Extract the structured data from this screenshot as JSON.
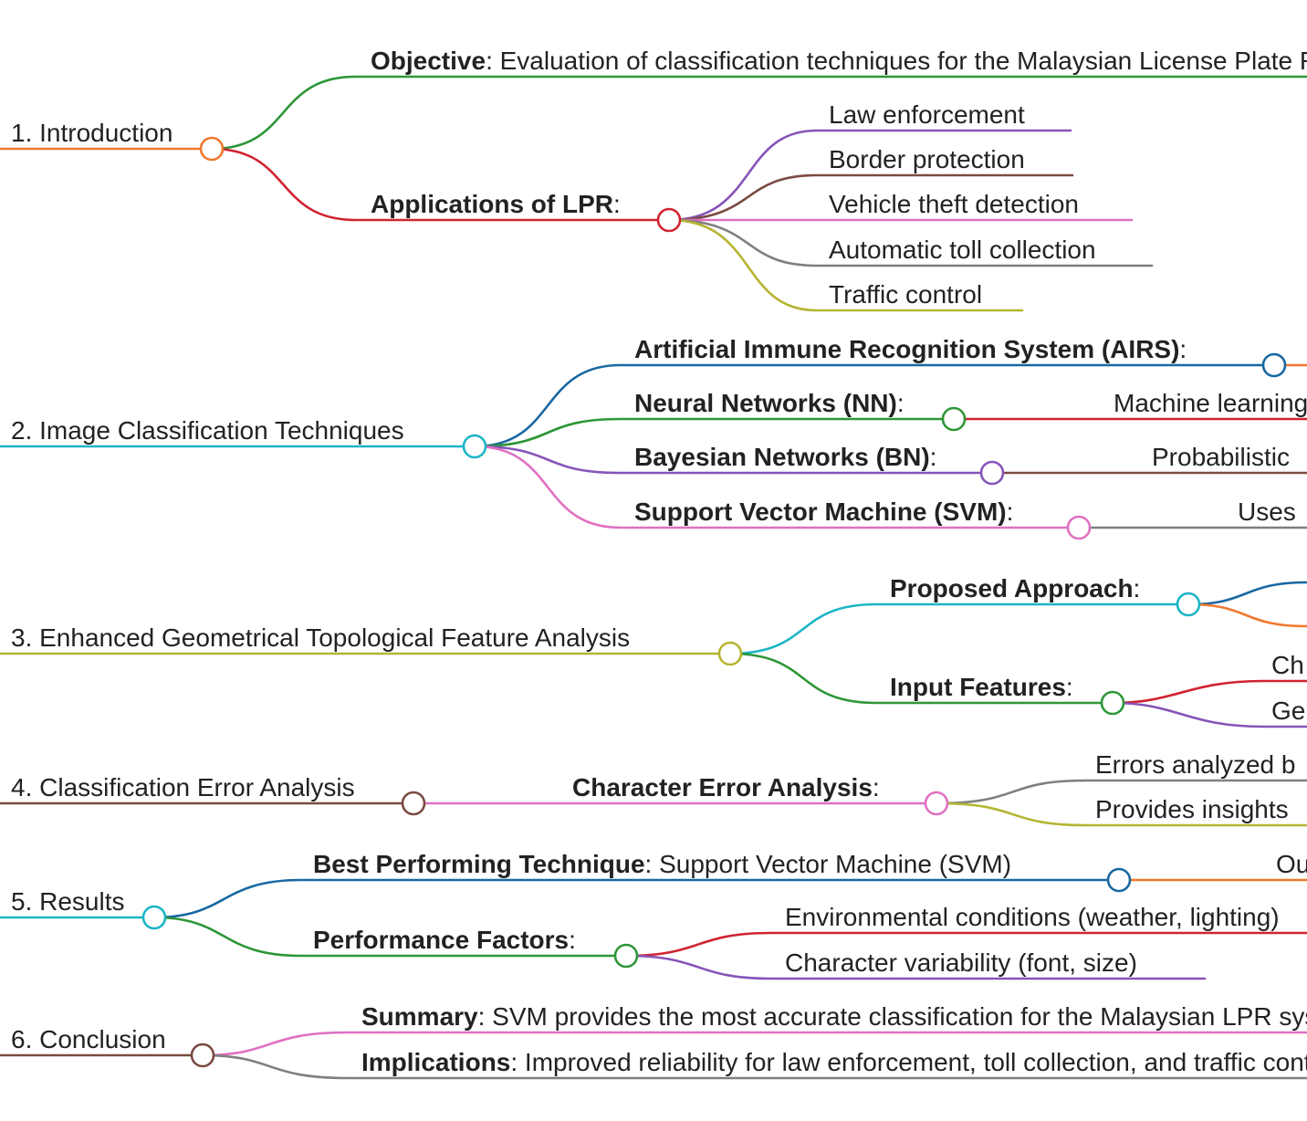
{
  "colors": {
    "orange": "#f0782d",
    "green": "#2e9638",
    "red": "#d12330",
    "purple": "#8754b8",
    "brown": "#7a4a42",
    "pink": "#e070c2",
    "gray": "#7f7f7f",
    "olive": "#b5b532",
    "cyan": "#1bb5c6",
    "blue": "#1868a2"
  },
  "sections": [
    {
      "title": "1. Introduction",
      "children": [
        {
          "bold": "Objective",
          "text": ": Evaluation of classification techniques for the Malaysian License Plate Recognition (LPR) system"
        },
        {
          "bold": "Applications of LPR",
          "text": ":",
          "children": [
            {
              "text": "Law enforcement"
            },
            {
              "text": "Border protection"
            },
            {
              "text": "Vehicle theft detection"
            },
            {
              "text": "Automatic toll collection"
            },
            {
              "text": "Traffic control"
            }
          ]
        }
      ]
    },
    {
      "title": "2. Image Classification Techniques",
      "children": [
        {
          "bold": "Artificial Immune Recognition System (AIRS)",
          "text": ":"
        },
        {
          "bold": "Neural Networks (NN)",
          "text": ":",
          "children": [
            {
              "text": "Machine learning"
            }
          ]
        },
        {
          "bold": "Bayesian Networks (BN)",
          "text": ":",
          "children": [
            {
              "text": "Probabilistic"
            }
          ]
        },
        {
          "bold": "Support Vector Machine (SVM)",
          "text": ":",
          "children": [
            {
              "text": "Uses"
            }
          ]
        }
      ]
    },
    {
      "title": "3. Enhanced Geometrical Topological Feature Analysis",
      "children": [
        {
          "bold": "Proposed Approach",
          "text": ":"
        },
        {
          "bold": "Input Features",
          "text": ":",
          "children": [
            {
              "text": "Ch"
            },
            {
              "text": "Ge"
            }
          ]
        }
      ]
    },
    {
      "title": "4. Classification Error Analysis",
      "children": [
        {
          "bold": "Character Error Analysis",
          "text": ":",
          "children": [
            {
              "text": "Errors analyzed b"
            },
            {
              "text": "Provides insights"
            }
          ]
        }
      ]
    },
    {
      "title": "5. Results",
      "children": [
        {
          "bold": "Best Performing Technique",
          "text": ": Support Vector Machine (SVM)",
          "children": [
            {
              "text": "Ou"
            }
          ]
        },
        {
          "bold": "Performance Factors",
          "text": ":",
          "children": [
            {
              "text": "Environmental conditions (weather, lighting)"
            },
            {
              "text": "Character variability (font, size)"
            }
          ]
        }
      ]
    },
    {
      "title": "6. Conclusion",
      "children": [
        {
          "bold": "Summary",
          "text": ": SVM provides the most accurate classification for the Malaysian LPR system"
        },
        {
          "bold": "Implications",
          "text": ": Improved reliability for law enforcement, toll collection, and traffic control"
        }
      ]
    }
  ]
}
